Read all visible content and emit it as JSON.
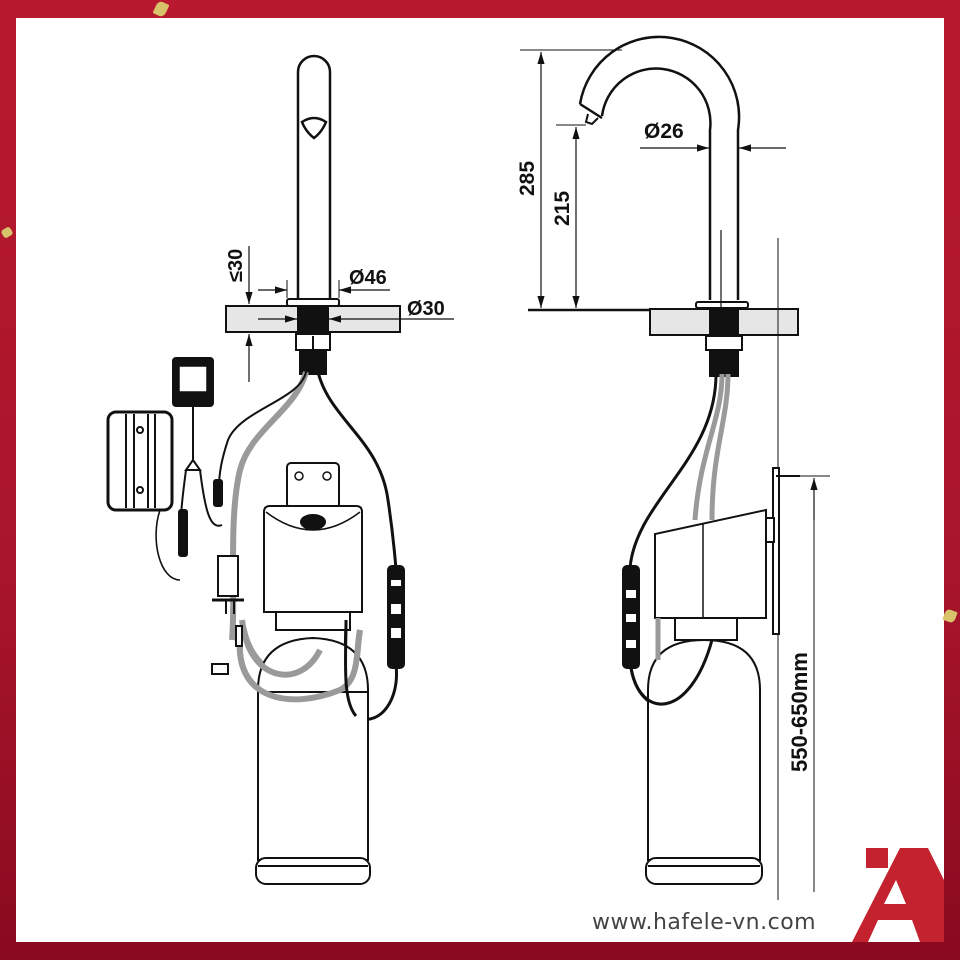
{
  "brand": {
    "website": "www.hafele-vn.com",
    "logo_name": "hafele-logo",
    "frame_color": "#b5182f",
    "logo_color": "#c4222f"
  },
  "front_view": {
    "dimensions": {
      "deck_thickness": "≤30",
      "flange_diameter": "Ø46",
      "hole_diameter": "Ø30"
    },
    "components": [
      "faucet-spout",
      "power-adapter",
      "battery-box",
      "solenoid-valve-box",
      "mounting-bracket",
      "filter-housing",
      "sensor-cable",
      "water-hoses",
      "connector-plugs"
    ]
  },
  "side_view": {
    "dimensions": {
      "total_height": "285",
      "spout_outlet_height": "215",
      "spout_diameter": "Ø26",
      "install_height": "550-650mm"
    }
  },
  "colors": {
    "line": "#111111",
    "hose": "#9a9a9a",
    "countertop": "#e6e6e6"
  }
}
